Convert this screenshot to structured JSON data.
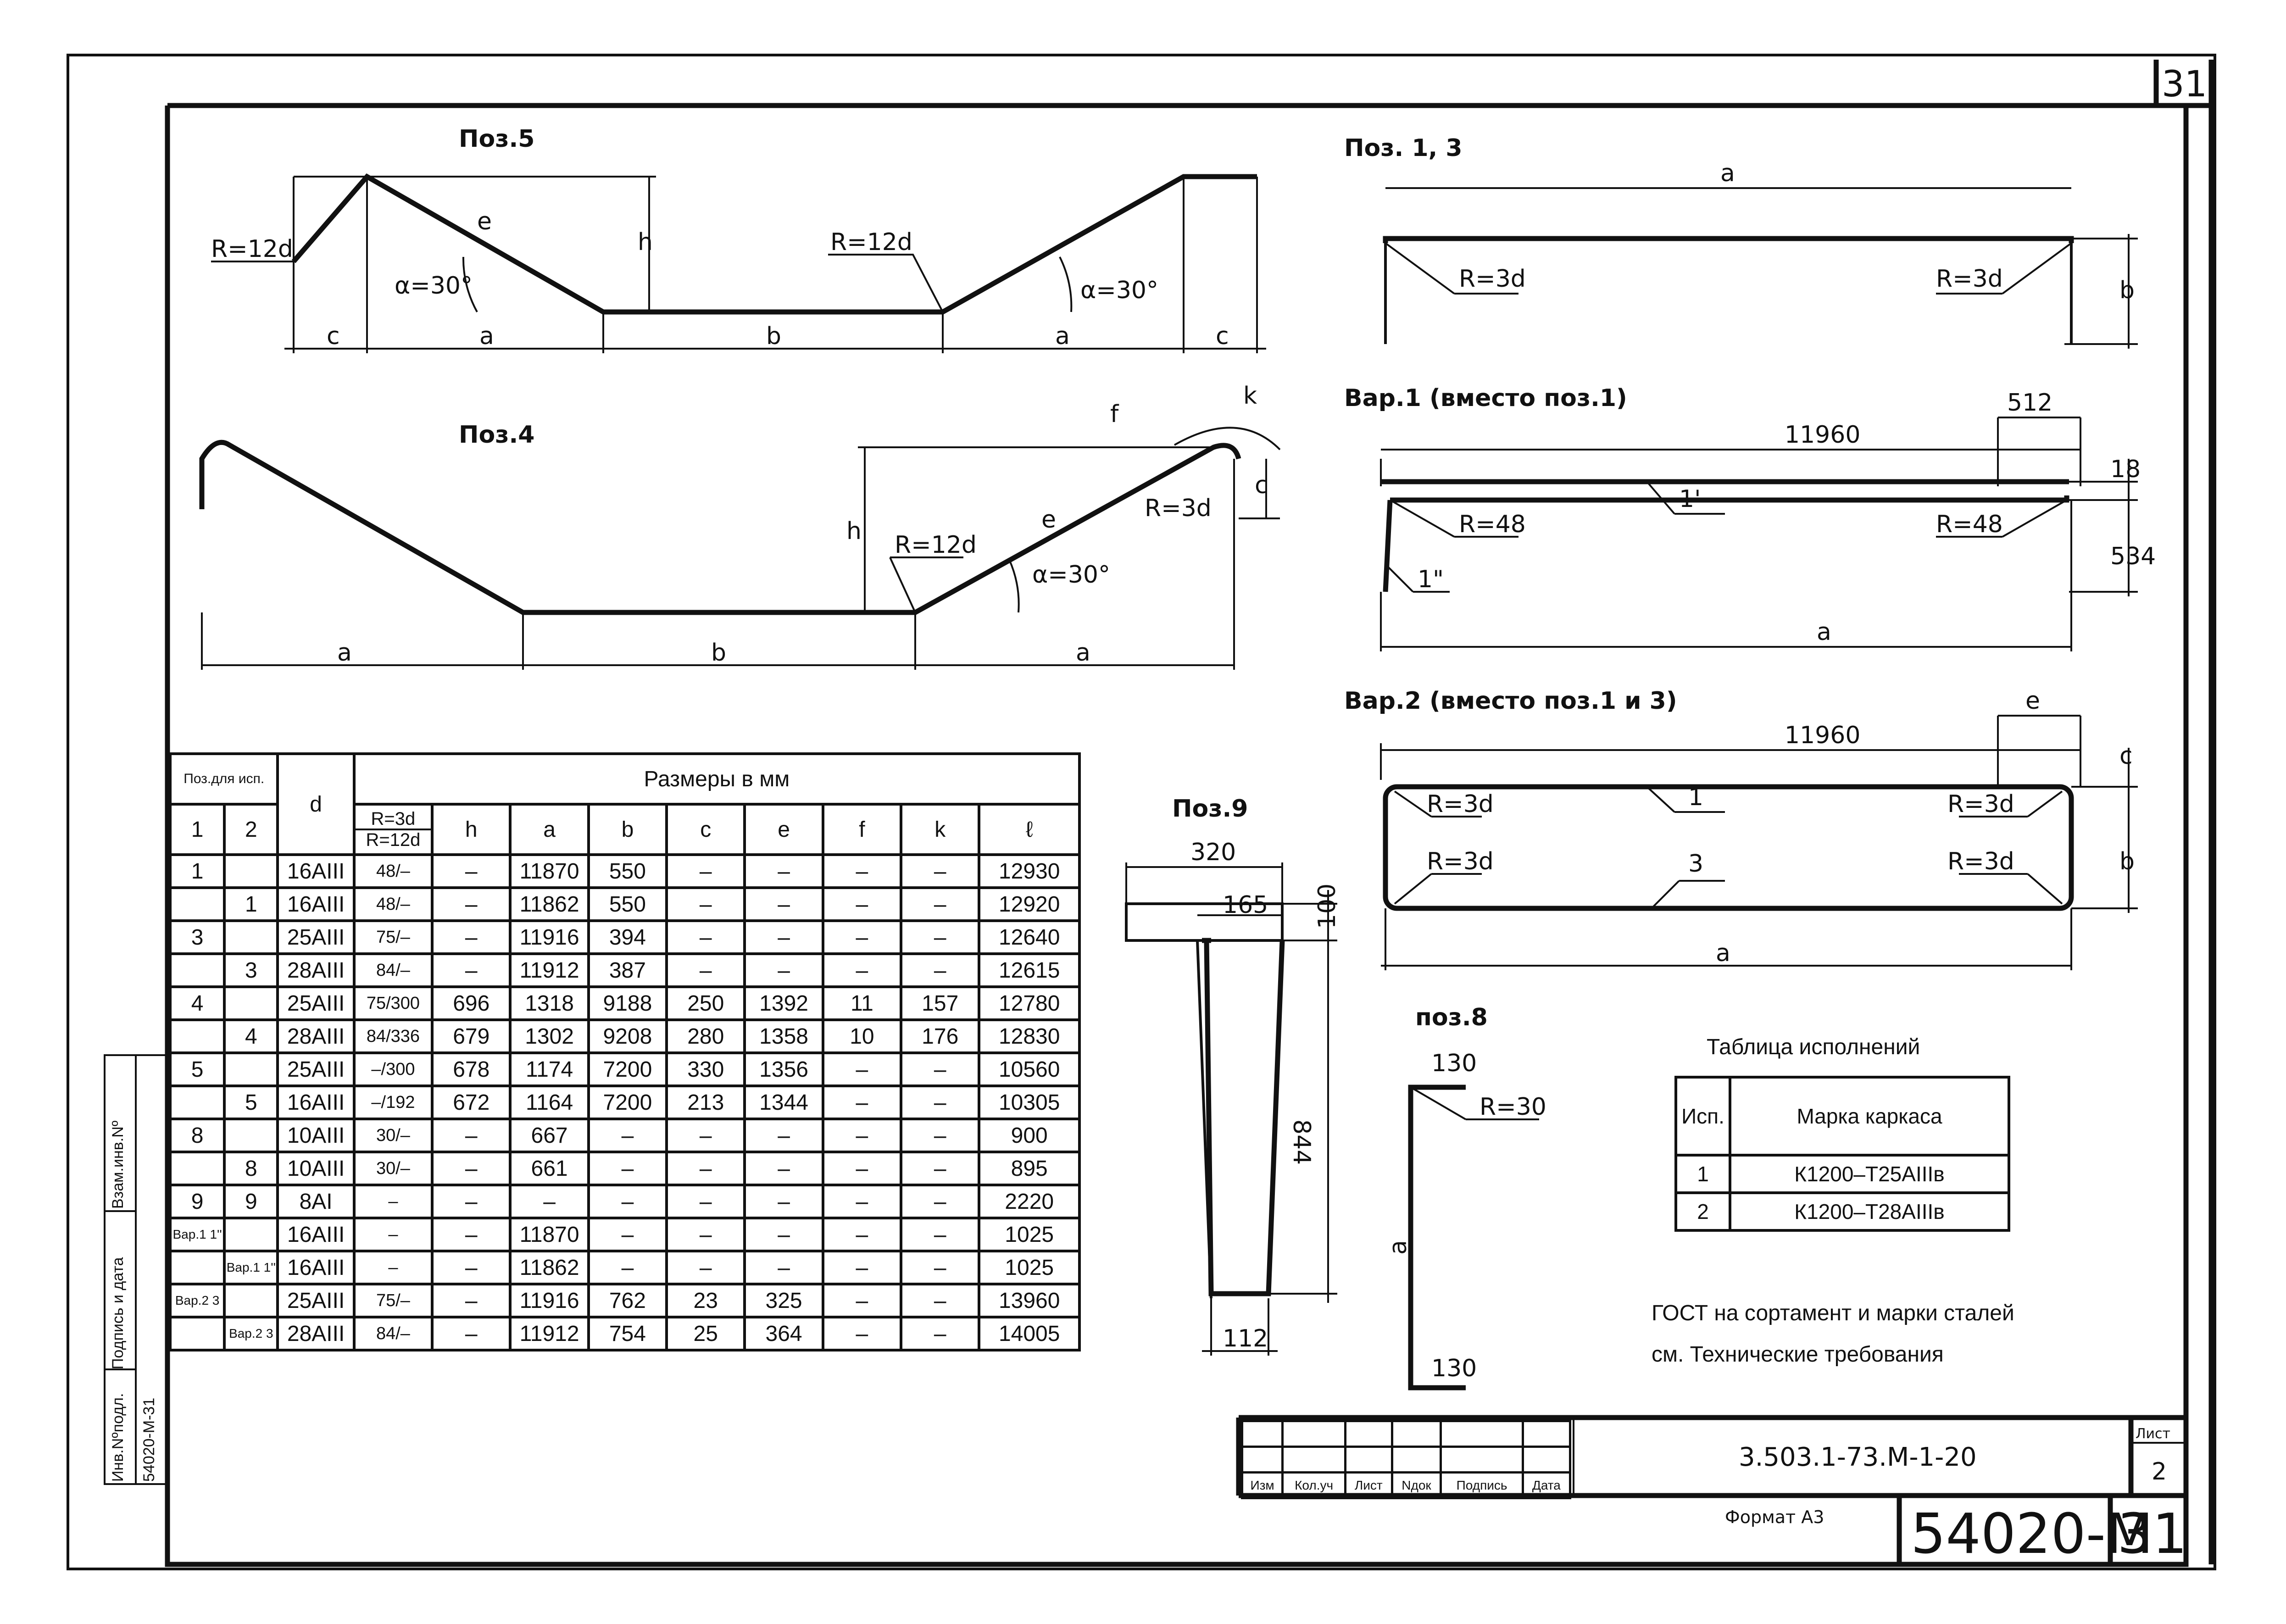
{
  "sheet": {
    "corner_number": "31",
    "doc_code": "3.503.1-73.M-1-20",
    "list_label": "Лист",
    "list_number": "2",
    "format": "Формат А3",
    "archive_no": "54020-М",
    "archive_sheet": "31",
    "stamp_cols": [
      "Изм",
      "Кол.уч",
      "Лист",
      "Nдок",
      "Подпись",
      "Дата"
    ],
    "side_labels": [
      "Инв.Nºподл.",
      "Подпись и дата",
      "Взам.инв.Nº"
    ],
    "side_code": "54020-М-31"
  },
  "poz5": {
    "title": "Поз.5",
    "labels": {
      "r1": "R=12d",
      "r2": "R=12d",
      "e": "e",
      "h": "h",
      "alpha1": "α=30°",
      "alpha2": "α=30°",
      "c1": "c",
      "a1": "a",
      "b": "b",
      "a2": "a",
      "c2": "c"
    }
  },
  "poz4": {
    "title": "Поз.4",
    "labels": {
      "r1": "R=12d",
      "r2": "R=3d",
      "e": "e",
      "h": "h",
      "f": "f",
      "k": "k",
      "c": "c",
      "alpha": "α=30°",
      "a1": "a",
      "b": "b",
      "a2": "a"
    }
  },
  "poz13": {
    "title": "Поз. 1, 3",
    "labels": {
      "a": "a",
      "b": "b",
      "r1": "R=3d",
      "r2": "R=3d"
    }
  },
  "var1": {
    "title": "Вар.1 (вместо поз.1)",
    "labels": {
      "len": "11960",
      "w": "512",
      "t": "18",
      "h": "534",
      "r1": "R=48",
      "r2": "R=48",
      "m1": "1'",
      "m2": "1\"",
      "a": "a"
    }
  },
  "var2": {
    "title": "Вар.2 (вместо поз.1 и 3)",
    "labels": {
      "len": "11960",
      "e": "e",
      "c": "c",
      "b": "b",
      "a": "a",
      "r1": "R=3d",
      "r2": "R=3d",
      "r3": "R=3d",
      "r4": "R=3d",
      "m1": "1",
      "m3": "3"
    }
  },
  "poz9": {
    "title": "Поз.9",
    "labels": {
      "w1": "320",
      "w2": "165",
      "h1": "100",
      "h2": "844",
      "w3": "112"
    }
  },
  "poz8": {
    "title": "поз.8",
    "labels": {
      "top": "130",
      "r": "R=30",
      "a": "a",
      "bottom": "130"
    }
  },
  "spec_table": {
    "pos_header": "Поз.для исп.",
    "sizes_header": "Размеры в мм",
    "col_1": "1",
    "col_2": "2",
    "col_d": "d",
    "col_r_top": "R=3d",
    "col_r_bottom": "R=12d",
    "cols": [
      "h",
      "a",
      "b",
      "c",
      "e",
      "f",
      "k",
      "ℓ"
    ],
    "rows": [
      [
        "1",
        "",
        "16AIII",
        "48/–",
        "–",
        "11870",
        "550",
        "–",
        "–",
        "–",
        "–",
        "12930"
      ],
      [
        "",
        "1",
        "16AIII",
        "48/–",
        "–",
        "11862",
        "550",
        "–",
        "–",
        "–",
        "–",
        "12920"
      ],
      [
        "3",
        "",
        "25AIII",
        "75/–",
        "–",
        "11916",
        "394",
        "–",
        "–",
        "–",
        "–",
        "12640"
      ],
      [
        "",
        "3",
        "28AIII",
        "84/–",
        "–",
        "11912",
        "387",
        "–",
        "–",
        "–",
        "–",
        "12615"
      ],
      [
        "4",
        "",
        "25AIII",
        "75/300",
        "696",
        "1318",
        "9188",
        "250",
        "1392",
        "11",
        "157",
        "12780"
      ],
      [
        "",
        "4",
        "28AIII",
        "84/336",
        "679",
        "1302",
        "9208",
        "280",
        "1358",
        "10",
        "176",
        "12830"
      ],
      [
        "5",
        "",
        "25AIII",
        "–/300",
        "678",
        "1174",
        "7200",
        "330",
        "1356",
        "–",
        "–",
        "10560"
      ],
      [
        "",
        "5",
        "16AIII",
        "–/192",
        "672",
        "1164",
        "7200",
        "213",
        "1344",
        "–",
        "–",
        "10305"
      ],
      [
        "8",
        "",
        "10AIII",
        "30/–",
        "–",
        "667",
        "–",
        "–",
        "–",
        "–",
        "–",
        "900"
      ],
      [
        "",
        "8",
        "10AIII",
        "30/–",
        "–",
        "661",
        "–",
        "–",
        "–",
        "–",
        "–",
        "895"
      ],
      [
        "9",
        "9",
        "8AI",
        "–",
        "–",
        "–",
        "–",
        "–",
        "–",
        "–",
        "–",
        "2220"
      ],
      [
        "Вар.1 1''",
        "",
        "16AIII",
        "–",
        "–",
        "11870",
        "–",
        "–",
        "–",
        "–",
        "–",
        "1025"
      ],
      [
        "",
        "Вар.1 1''",
        "16AIII",
        "–",
        "–",
        "11862",
        "–",
        "–",
        "–",
        "–",
        "–",
        "1025"
      ],
      [
        "Вар.2 3",
        "",
        "25AIII",
        "75/–",
        "–",
        "11916",
        "762",
        "23",
        "325",
        "–",
        "–",
        "13960"
      ],
      [
        "",
        "Вар.2 3",
        "28AIII",
        "84/–",
        "–",
        "11912",
        "754",
        "25",
        "364",
        "–",
        "–",
        "14005"
      ]
    ]
  },
  "exec_table": {
    "title": "Таблица исполнений",
    "col_isp": "Исп.",
    "col_mark": "Марка каркаса",
    "rows": [
      [
        "1",
        "К1200–Т25AIIIв"
      ],
      [
        "2",
        "К1200–Т28AIIIв"
      ]
    ]
  },
  "note": {
    "line1": "ГОСТ на сортамент и марки сталей",
    "line2": "см. Технические требования"
  }
}
